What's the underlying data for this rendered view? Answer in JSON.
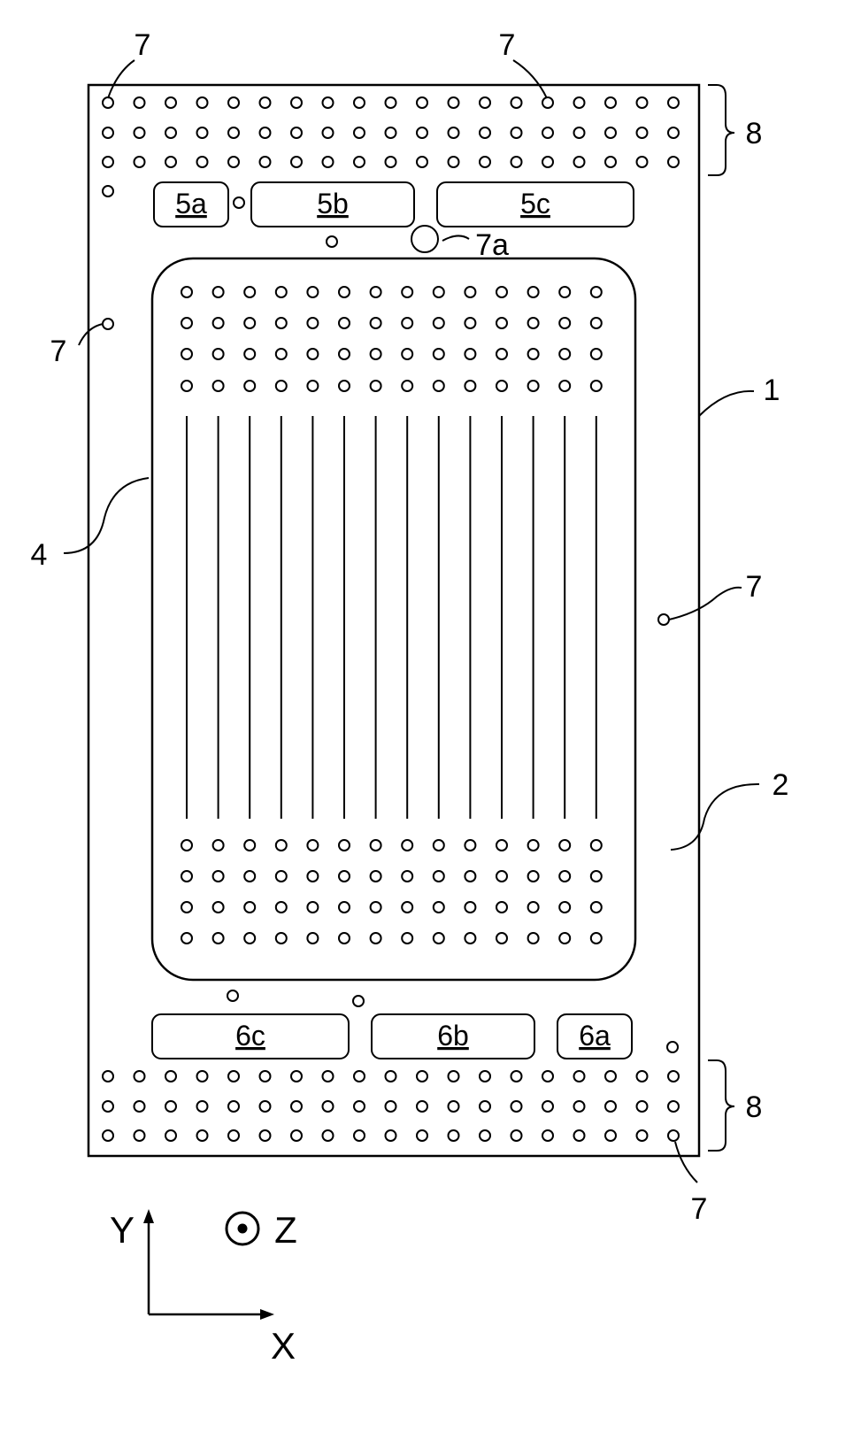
{
  "ports": {
    "p5a": "5a",
    "p5b": "5b",
    "p5c": "5c",
    "p6a": "6a",
    "p6b": "6b",
    "p6c": "6c"
  },
  "refs": {
    "plate": "1",
    "surface": "2",
    "flow_field": "4",
    "hole": "7",
    "hole_large": "7a",
    "hole_row": "8"
  },
  "axes": {
    "x": "X",
    "y": "Y",
    "z": "Z"
  }
}
